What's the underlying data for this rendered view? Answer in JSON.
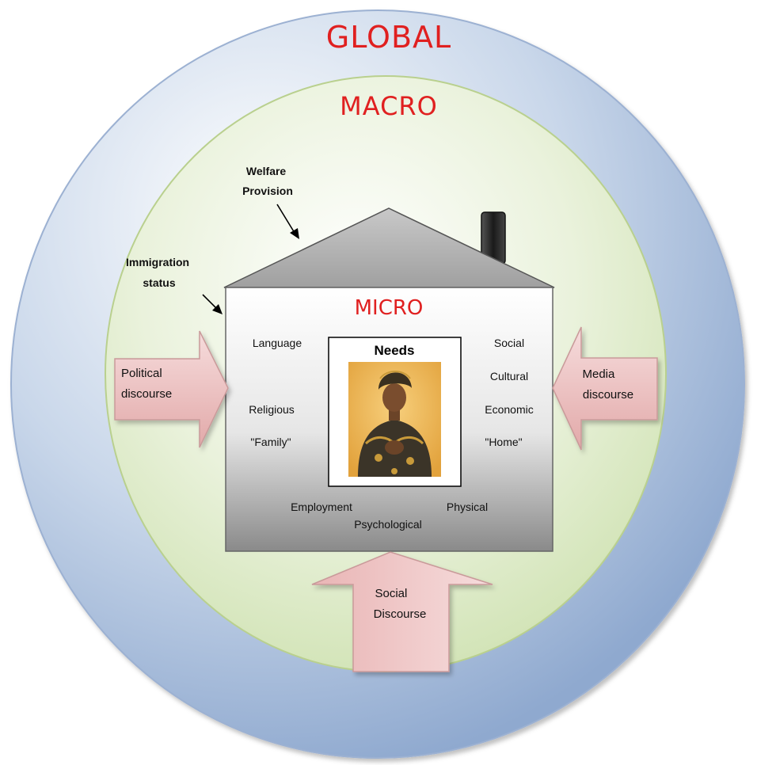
{
  "levels": {
    "global": "GLOBAL",
    "macro": "MACRO",
    "micro": "MICRO"
  },
  "callouts": {
    "welfare": [
      "Welfare",
      "Provision"
    ],
    "immigration": [
      "Immigration",
      "status"
    ]
  },
  "needs": {
    "title": "Needs",
    "left": [
      "Language",
      "Religious",
      "\"Family\""
    ],
    "right": [
      "Social",
      "Cultural",
      "Economic",
      "\"Home\""
    ],
    "bottom": [
      "Employment",
      "Physical",
      "Psychological"
    ]
  },
  "pressures": {
    "left": [
      "Political",
      "discourse"
    ],
    "right": [
      "Media",
      "discourse"
    ],
    "bottom": [
      "Social",
      "Discourse"
    ]
  },
  "colors": {
    "level_text": "#e02020",
    "outer_ring": "#9fb8d8",
    "middle_circle": "#d8e8c0",
    "arrow_fill": "#e8b8b8"
  }
}
